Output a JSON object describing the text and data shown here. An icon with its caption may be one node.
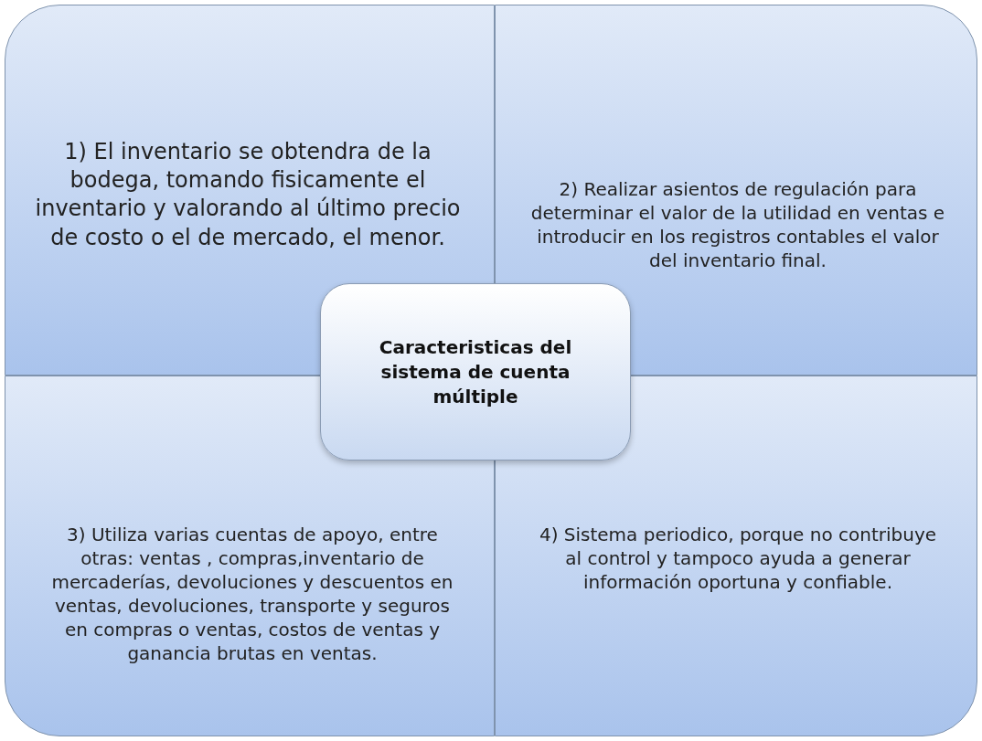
{
  "diagram": {
    "nodes": [
      {
        "text": [
          "1) El inventario se obtendra de la bodega, tomando fisicamente el inventario y valorando al último precio de costo o el de mercado, el menor."
        ]
      },
      {
        "text": [
          "2) Realizar asientos de regulación para determinar el valor de la utilidad en ventas e introducir en los registros contables el valor del inventario final."
        ]
      },
      {
        "text": [
          "Caracteristicas del sistema de cuenta múltiple"
        ]
      },
      {
        "text": [
          "3) Utiliza varias cuentas de apoyo, entre otras: ventas , compras,inventario de mercaderías, devoluciones y descuentos en ventas, devoluciones, transporte y seguros en compras o ventas, costos de ventas y ganancia brutas en ventas."
        ]
      },
      {
        "text": [
          "4) Sistema periodico, porque no contribuye al control y tampoco ayuda a generar información oportuna y confiable."
        ]
      }
    ]
  }
}
